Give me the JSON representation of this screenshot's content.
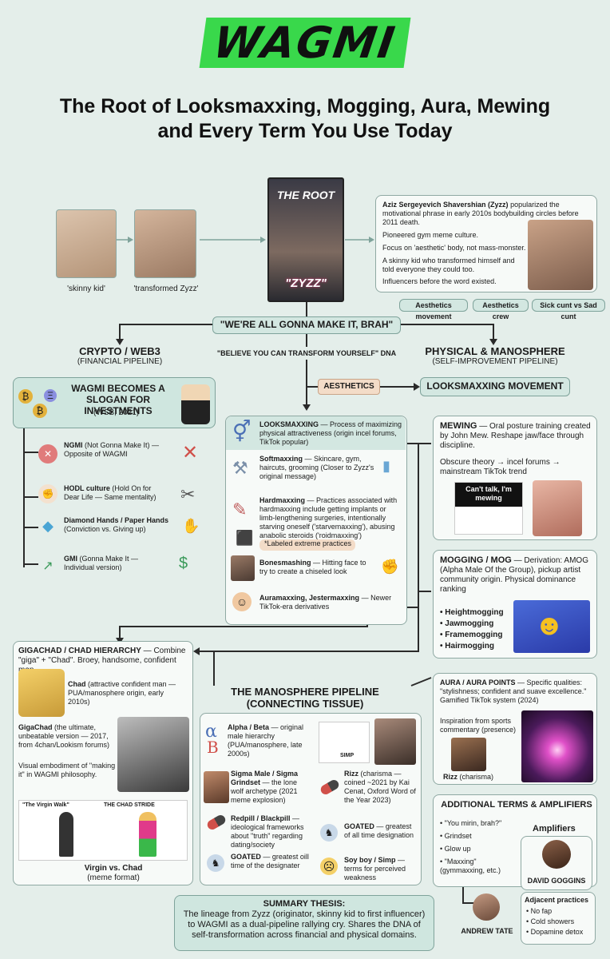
{
  "logo": "WAGMI",
  "title_line1": "The Root of Looksmaxxing, Mogging, Aura, Mewing",
  "title_line2": "and Every Term You Use Today",
  "root": {
    "label_top": "THE ROOT",
    "label_bottom": "\"ZYZZ\""
  },
  "skinny_caption": "'skinny kid'",
  "transformed_caption": "'transformed Zyzz'",
  "zyzz_info": {
    "name": "Aziz Sergeyevich Shavershian (Zyzz)",
    "intro": "popularized the motivational phrase in early 2010s bodybuilding circles before 2011 death.",
    "points": [
      "Pioneered gym meme culture.",
      "Focus on 'aesthetic' body, not mass-monster.",
      "A skinny kid who transformed himself and told everyone they could too.",
      "Influencers before the word existed."
    ],
    "tags": [
      "Aesthetics movement",
      "Aesthetics crew",
      "Sick cunt vs Sad cunt"
    ]
  },
  "slogan": "\"WE'RE ALL GONNA MAKE IT, BRAH\"",
  "dna": "\"BELIEVE YOU CAN TRANSFORM YOURSELF\" DNA",
  "crypto": {
    "title": "CRYPTO / WEB3",
    "subtitle": "(FINANCIAL PIPELINE)"
  },
  "physical": {
    "title": "PHYSICAL & MANOSPHERE",
    "subtitle": "(SELF-IMPROVEMENT PIPELINE)"
  },
  "aesthetics_tag": "AESTHETICS",
  "looksmaxxing_movement": "LOOKSMAXXING MOVEMENT",
  "wagmi_slogan": {
    "title": "WAGMI BECOMES A SLOGAN FOR INVESTMENTS",
    "sub": "(WSB, 2021)"
  },
  "crypto_items": [
    {
      "bold": "NGMI",
      "text": " (Not Gonna Make It) — Opposite of WAGMI"
    },
    {
      "bold": "HODL culture",
      "text": " (Hold On for Dear Life — Same mentality)"
    },
    {
      "bold": "Diamond Hands / Paper Hands",
      "text": " (Conviction vs. Giving up)"
    },
    {
      "bold": "GMI",
      "text": " (Gonna Make It — Individual version)"
    }
  ],
  "looks": [
    {
      "bold": "LOOKSMAXXING",
      "text": " — Process of maximizing physical attractiveness (origin incel forums, TikTok popular)"
    },
    {
      "bold": "Softmaxxing",
      "text": " — Skincare, gym, haircuts, grooming (Closer to Zyzz's original message)"
    },
    {
      "bold": "Hardmaxxing",
      "text": " — Practices associated with hardmaxxing include getting implants or limb-lengthening surgeries, intentionally starving oneself ('starvemaxxing'), abusing anabolic steroids ('roidmaxxing')"
    },
    {
      "bold": "Bonesmashing",
      "text": " — Hitting face to try to create a chiseled look"
    },
    {
      "bold": "Auramaxxing, Jestermaxxing",
      "text": " — Newer TikTok-era derivatives"
    }
  ],
  "extreme_label": "*Labeled extreme practices",
  "mewing": {
    "bold": "MEWING",
    "text": " — Oral posture training created by John Mew. Reshape jaw/face through discipline.",
    "path": "Obscure theory → incel forums → mainstream TikTok trend",
    "caption": "Can't talk, I'm mewing"
  },
  "mogging": {
    "bold": "MOGGING / MOG",
    "text": " — Derivation: AMOG (Alpha Male Of the Group), pickup artist community origin. Physical dominance ranking",
    "items": [
      "Heightmogging",
      "Jawmogging",
      "Framemogging",
      "Hairmogging"
    ]
  },
  "gigachad": {
    "bold": "GIGACHAD / CHAD HIERARCHY",
    "text": " — Combine \"giga\" + \"Chad\". Broey, handsome, confident man",
    "chad_bold": "Chad",
    "chad_text": " (attractive confident man — PUA/manosphere origin, early 2010s)",
    "giga_bold": "GigaChad",
    "giga_text": " (the ultimate, unbeatable version — 2017, from 4chan/Lookism forums)",
    "visual": "Visual embodiment of \"making it\" in WAGMI philosophy.",
    "meme_left": "\"The Virgin Walk\"",
    "meme_right": "THE CHAD STRIDE",
    "virgin_bold": "Virgin vs. Chad",
    "virgin_text": "(meme format)"
  },
  "manosphere": {
    "title1": "THE MANOSPHERE PIPELINE",
    "title2": "(CONNECTING TISSUE)",
    "left": [
      {
        "bold": "Alpha / Beta",
        "text": " — original male hierarchy (PUA/manosphere, late 2000s)"
      },
      {
        "bold": "Sigma Male / Sigma Grindset",
        "text": " — the lone wolf archetype (2021 meme explosion)"
      },
      {
        "bold": "Redpill / Blackpill",
        "text": " — ideological frameworks about \"truth\" regarding dating/society"
      },
      {
        "bold": "GOATED",
        "text": " — greatest oill time of the designater"
      }
    ],
    "right": [
      {
        "bold": "Rizz",
        "text": " (charisma — coined ~2021 by Kai Cenat, Oxford Word of the Year 2023)"
      },
      {
        "bold": "GOATED",
        "text": " — greatest of all time designation"
      },
      {
        "bold": "Soy boy / Simp",
        "text": " — terms for perceived weakness"
      }
    ],
    "simp": "SIMP"
  },
  "aura": {
    "bold": "AURA / AURA POINTS",
    "text": " — Specific qualities: \"stylishness; confident and suave excellence.\" Gamified TikTok system (2024)",
    "inspo": "Inspiration from sports commentary (presence)",
    "rizz_bold": "Rizz",
    "rizz_text": " (charisma)"
  },
  "additional": {
    "title": "ADDITIONAL TERMS & AMPLIFIERS",
    "items": [
      "\"You mirin, brah?\"",
      "Grindset",
      "Glow up",
      "\"Maxxing\" (gymmaxxing, etc.)"
    ],
    "amplifiers": "Amplifiers",
    "goggins": "DAVID GOGGINS",
    "adjacent": "Adjacent practices",
    "adjacent_items": [
      "No fap",
      "Cold showers",
      "Dopamine detox"
    ],
    "tate": "ANDREW TATE"
  },
  "summary": {
    "title": "SUMMARY THESIS:",
    "text": "The lineage from Zyzz (originator, skinny kid to first influencer) to WAGMI as a dual-pipeline rallying cry. Shares the DNA of self-transformation across financial and physical domains."
  }
}
